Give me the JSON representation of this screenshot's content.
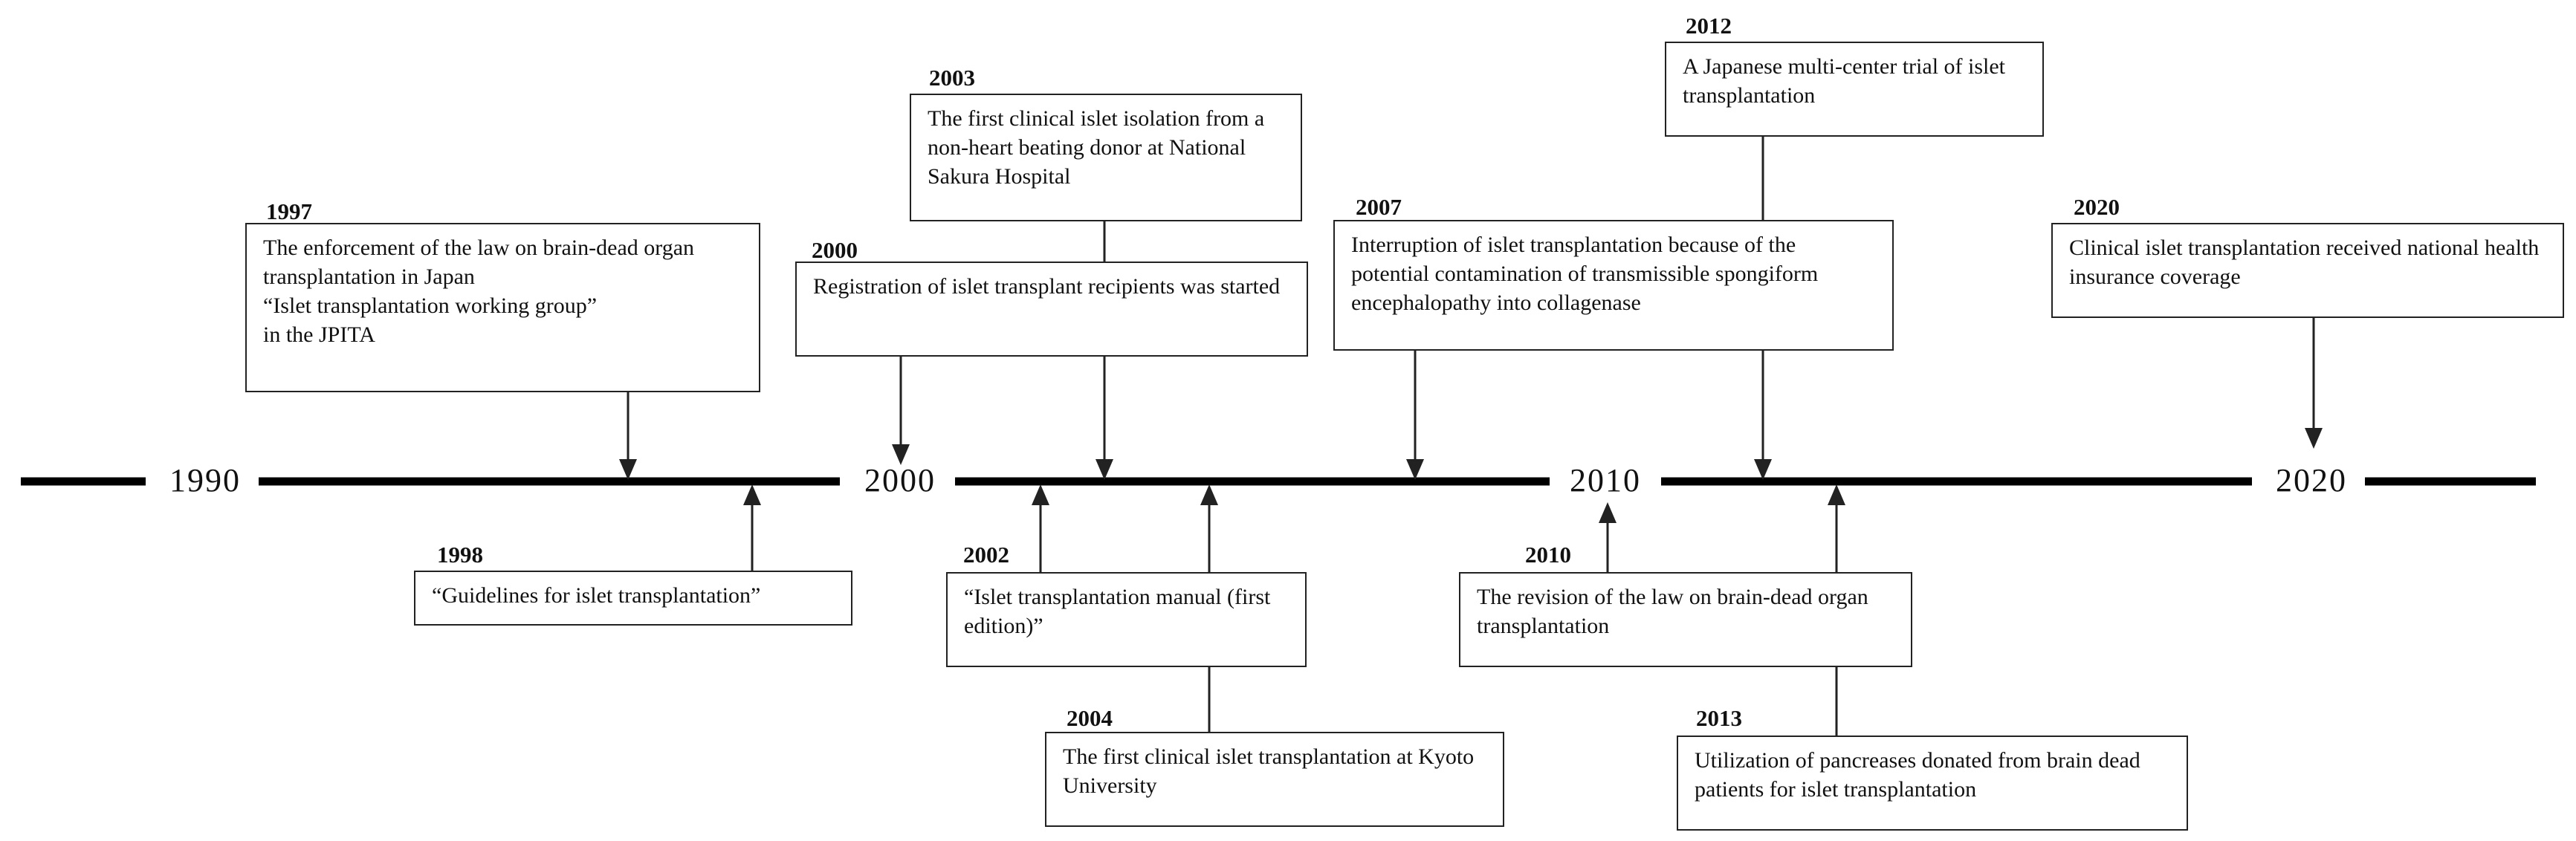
{
  "axis": {
    "labels": [
      "1990",
      "2000",
      "2010",
      "2020"
    ],
    "line_color": "#000000"
  },
  "events": {
    "e1997": {
      "year": "1997",
      "text": "The enforcement of the law on brain-dead organ transplantation in Japan \n“Islet transplantation working group”\n in the JPITA"
    },
    "e1998": {
      "year": "1998",
      "text": "“Guidelines for islet transplantation”"
    },
    "e2000": {
      "year": "2000",
      "text": "Registration of islet transplant recipients was started"
    },
    "e2002": {
      "year": "2002",
      "text": "“Islet transplantation manual (first edition)”"
    },
    "e2003": {
      "year": "2003",
      "text": "The first clinical islet isolation from a non-heart beating donor at National Sakura Hospital"
    },
    "e2004": {
      "year": "2004",
      "text": "The first clinical islet transplantation at Kyoto University"
    },
    "e2007": {
      "year": "2007",
      "text": "Interruption of islet transplantation because of the potential contamination of transmissible spongiform encephalopathy into collagenase"
    },
    "e2010": {
      "year": "2010",
      "text": "The revision of the law on brain-dead organ transplantation"
    },
    "e2012": {
      "year": "2012",
      "text": "A Japanese multi-center trial of islet transplantation"
    },
    "e2013": {
      "year": "2013",
      "text": "Utilization of pancreases donated from brain dead patients for islet transplantation"
    },
    "e2020": {
      "year": "2020",
      "text": "Clinical islet transplantation received national health insurance coverage"
    }
  }
}
